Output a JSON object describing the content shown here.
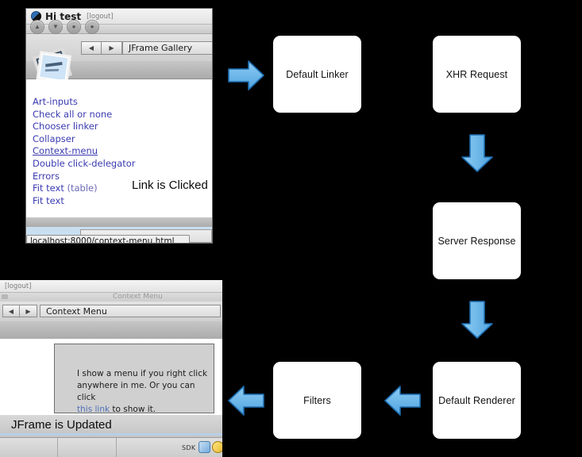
{
  "flowchart": {
    "type": "cycle-diagram",
    "background_color": "#000000",
    "box_color": "#ffffff",
    "arrow_color": "#62b0ea",
    "nodes": [
      {
        "id": "default-linker",
        "label": "Default Linker"
      },
      {
        "id": "xhr-request",
        "label": "XHR Request"
      },
      {
        "id": "server-response",
        "label": "Server Response"
      },
      {
        "id": "default-renderer",
        "label": "Default Renderer"
      },
      {
        "id": "filters",
        "label": "Filters"
      }
    ],
    "arrows": [
      {
        "id": "arrow-linker-to-xhr",
        "direction": "right"
      },
      {
        "id": "arrow-xhr-to-server",
        "direction": "down"
      },
      {
        "id": "arrow-server-to-renderer",
        "direction": "down"
      },
      {
        "id": "arrow-renderer-to-filters",
        "direction": "left"
      },
      {
        "id": "arrow-filters-to-linker",
        "direction": "left"
      }
    ]
  },
  "top_window": {
    "account": {
      "greeting": "Hi test",
      "logout": "[logout]"
    },
    "toolbar_buttons": [
      "▲",
      "▼",
      "●",
      "●"
    ],
    "nav": {
      "back": "◀",
      "forward": "▶",
      "title": "JFrame Gallery"
    },
    "links": [
      {
        "label": "Art-inputs",
        "underline": false,
        "note": ""
      },
      {
        "label": "Check all or none",
        "underline": false,
        "note": ""
      },
      {
        "label": "Chooser linker",
        "underline": false,
        "note": ""
      },
      {
        "label": "Collapser",
        "underline": false,
        "note": ""
      },
      {
        "label": "Context-menu",
        "underline": true,
        "note": ""
      },
      {
        "label": "Double click-delegator",
        "underline": false,
        "note": ""
      },
      {
        "label": "Errors",
        "underline": false,
        "note": ""
      },
      {
        "label": "Fit text",
        "underline": false,
        "note": "(table)"
      },
      {
        "label": "Fit text",
        "underline": false,
        "note": ""
      }
    ],
    "message": "Link is Clicked",
    "status_tip": "localhost:8000/context-menu.html"
  },
  "bottom_window": {
    "logout": "[logout]",
    "faint_title": "Context Menu",
    "nav": {
      "back": "◀",
      "forward": "▶",
      "title": "Context Menu"
    },
    "panel_text_line1": "I show a menu if you right click",
    "panel_text_line2a": "anywhere in me. Or you can click",
    "panel_link": "this link",
    "panel_text_line3": " to show it.",
    "update_message": "JFrame is Updated",
    "taskbar": {
      "sdk_label": "SDK",
      "icons": [
        "blue-app-icon",
        "yellow-app-icon"
      ]
    }
  }
}
